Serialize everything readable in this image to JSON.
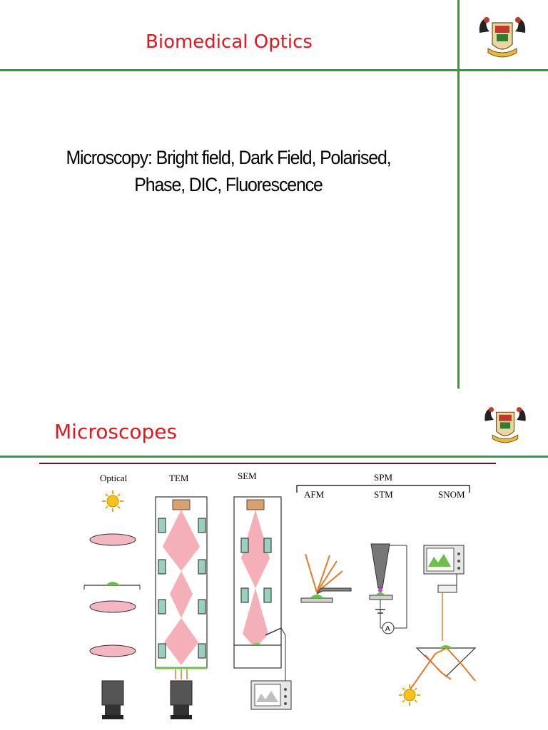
{
  "slide1": {
    "title": "Biomedical Optics",
    "subtitle_line1": "Microscopy: Bright field, Dark Field, Polarised,",
    "subtitle_line2": "Phase, DIC, Fluorescence"
  },
  "slide2": {
    "title": "Microscopes",
    "diagram": {
      "labels": {
        "optical": "Optical",
        "tem": "TEM",
        "sem": "SEM",
        "spm": "SPM",
        "afm": "AFM",
        "stm": "STM",
        "snom": "SNOM",
        "ammeter": "A"
      }
    }
  },
  "colors": {
    "title_red": "#e8141c",
    "rule_green": "#2e9e3a",
    "beam_pink": "#f4a6b0",
    "sample_green": "#6cc04a",
    "laser_orange": "#e8782a"
  },
  "icons": [
    "university-crest-icon",
    "sun-icon",
    "monitor-icon",
    "detector-icon"
  ]
}
